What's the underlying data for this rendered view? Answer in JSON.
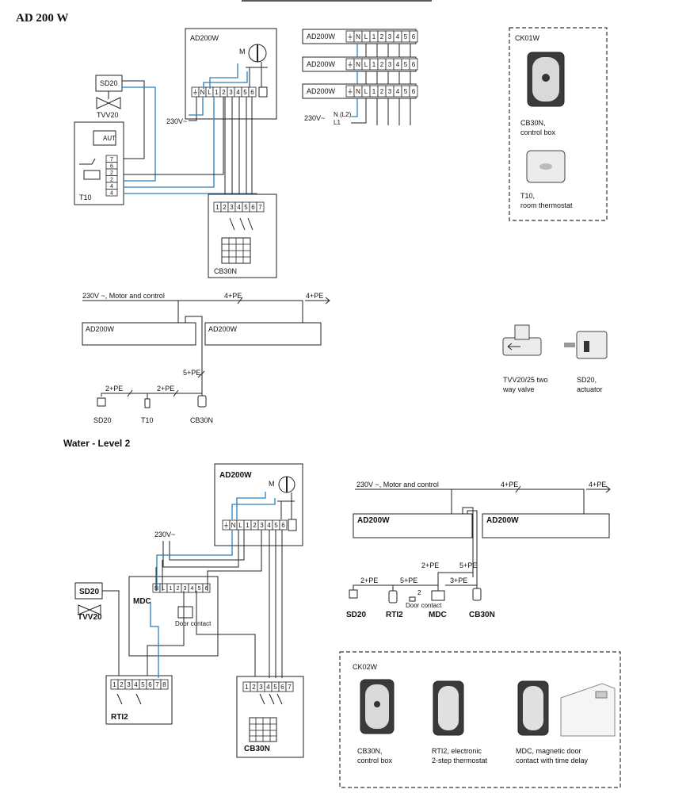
{
  "page_title": "AD 200 W",
  "section_level2": "Water - Level 2",
  "top": {
    "ad200w_box": "AD200W",
    "motor_symbol": "M",
    "supply": "230V~",
    "terminals_main": [
      "⏚",
      "N",
      "L",
      "1",
      "2",
      "3",
      "4",
      "5",
      "6"
    ],
    "sd20": "SD20",
    "tvv20": "TVV20",
    "t10": "T10",
    "t10_terminals": [
      "7",
      "6",
      "2",
      "2",
      "4",
      "4"
    ],
    "t10_aut": "AUT",
    "cb30n": "CB30N",
    "cb30n_terminals": [
      "1",
      "2",
      "3",
      "4",
      "5",
      "6",
      "7"
    ],
    "strip_label": "AD200W",
    "strip_terminals": [
      "⏚",
      "N",
      "L",
      "1",
      "2",
      "3",
      "4",
      "5",
      "6"
    ],
    "strip_supply": "230V~",
    "strip_n": "N (L2)",
    "strip_l1": "L1"
  },
  "ck01w": {
    "title": "CK01W",
    "item1_name": "CB30N,",
    "item1_desc": "control box",
    "item2_name": "T10,",
    "item2_desc": "room thermostat"
  },
  "block1": {
    "bus_label": "230V ~, Motor and control",
    "bus_mid": "4+PE",
    "bus_right": "4+PE",
    "unit_left": "AD200W",
    "unit_right": "AD200W",
    "drop": "5+PE",
    "link1": "2+PE",
    "link2": "2+PE",
    "dev_sd20": "SD20",
    "dev_t10": "T10",
    "dev_cb30n": "CB30N"
  },
  "valve_panel": {
    "tvv_line1": "TVV20/25 two",
    "tvv_line2": "way valve",
    "sd_line1": "SD20,",
    "sd_line2": "actuator"
  },
  "level2": {
    "ad200w_box": "AD200W",
    "motor_symbol": "M",
    "supply": "230V~",
    "terminals": [
      "⏚",
      "N",
      "L",
      "1",
      "2",
      "3",
      "4",
      "5",
      "6"
    ],
    "sd20": "SD20",
    "tvv20": "TVV20",
    "mdc": "MDC",
    "mdc_terminals": [
      "N",
      "L",
      "1",
      "2",
      "3",
      "4",
      "5",
      "6"
    ],
    "door_contact": "Door contact",
    "rti2": "RTI2",
    "rti2_terminals": [
      "1",
      "2",
      "3",
      "4",
      "5",
      "6",
      "7",
      "8"
    ],
    "cb30n": "CB30N",
    "cb30n_terminals": [
      "1",
      "2",
      "3",
      "4",
      "5",
      "6",
      "7"
    ]
  },
  "block2": {
    "bus_label": "230V ~, Motor and control",
    "bus_mid": "4+PE",
    "bus_right": "4+PE",
    "unit_left": "AD200W",
    "unit_right": "AD200W",
    "drop_a": "2+PE",
    "drop_b": "5+PE",
    "link_sd20": "2+PE",
    "link_rti2": "5+PE",
    "link_door": "2",
    "link_cb30n": "3+PE",
    "door_contact": "Door contact",
    "dev_sd20": "SD20",
    "dev_rti2": "RTI2",
    "dev_mdc": "MDC",
    "dev_cb30n": "CB30N"
  },
  "ck02w": {
    "title": "CK02W",
    "item1_name": "CB30N,",
    "item1_desc": "control box",
    "item2_name": "RTI2, electronic",
    "item2_desc": "2-step thermostat",
    "item3_name": "MDC, magnetic door",
    "item3_desc": "contact with time delay"
  }
}
